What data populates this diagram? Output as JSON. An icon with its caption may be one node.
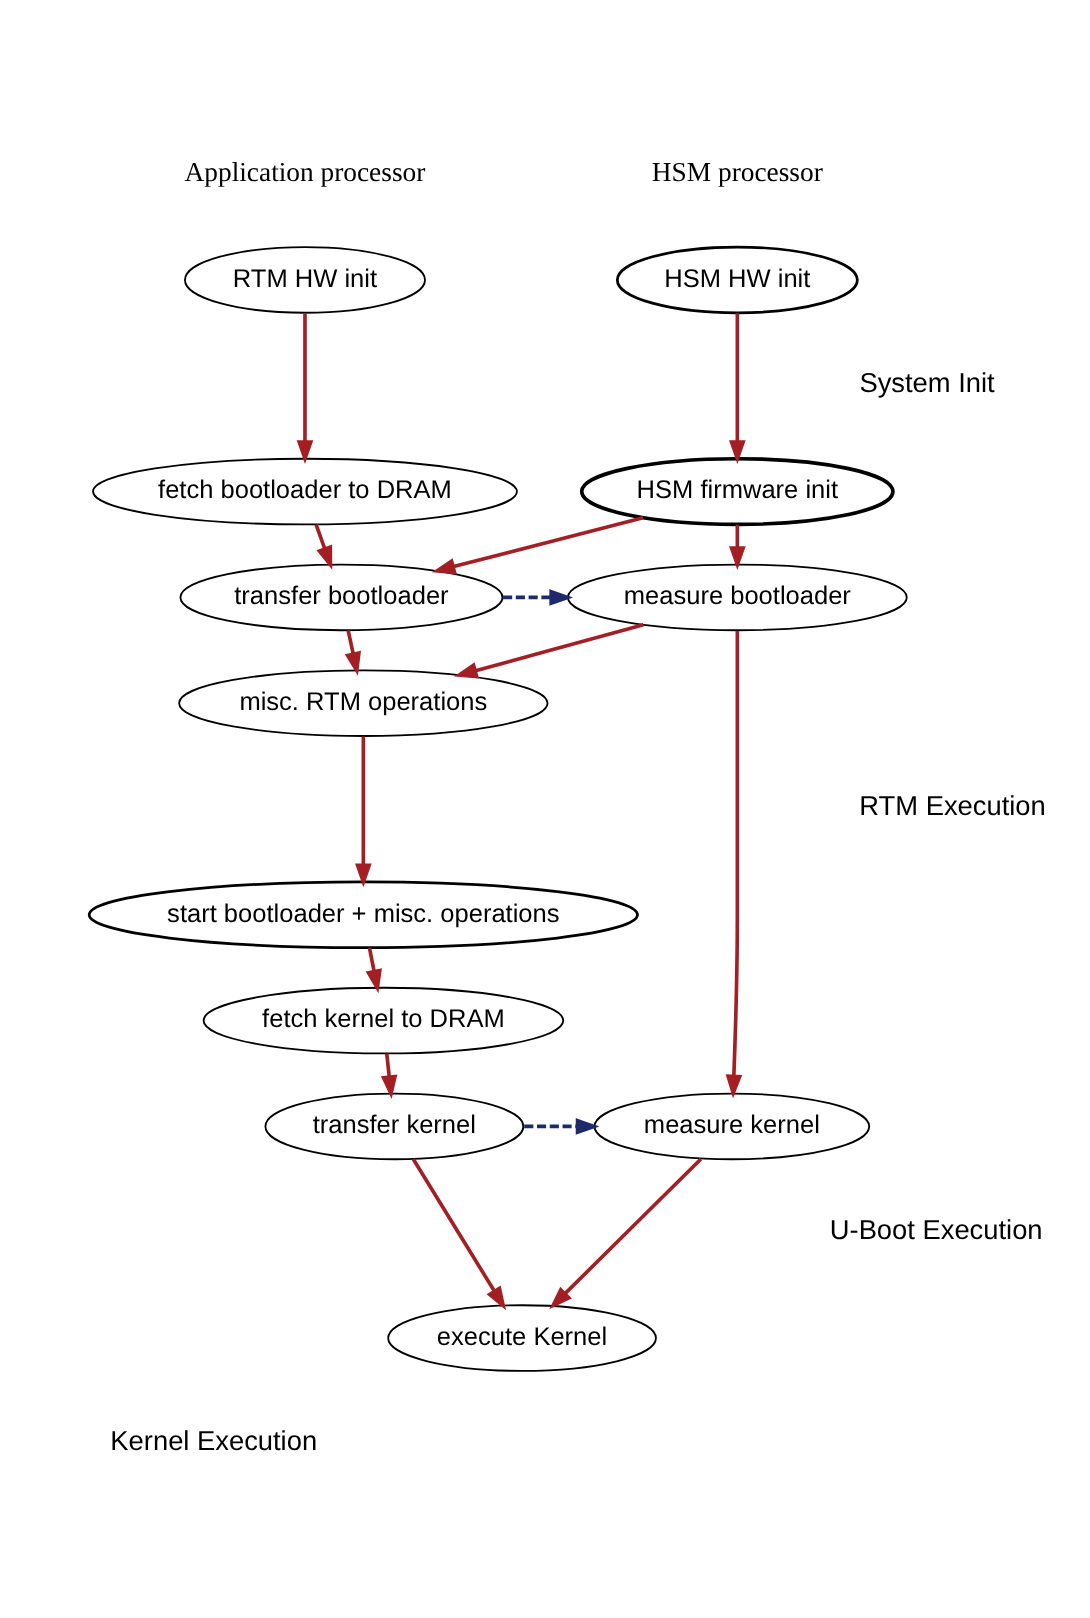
{
  "diagram": {
    "nodes": [
      {
        "text": [
          "RTM HW init"
        ]
      },
      {
        "text": [
          "HSM HW init"
        ]
      },
      {
        "text": [
          "fetch bootloader to DRAM"
        ]
      },
      {
        "text": [
          "HSM firmware init"
        ]
      },
      {
        "text": [
          "transfer bootloader"
        ]
      },
      {
        "text": [
          "measure bootloader"
        ]
      },
      {
        "text": [
          "misc. RTM operations"
        ]
      },
      {
        "text": [
          "start bootloader + misc. operations"
        ]
      },
      {
        "text": [
          "fetch kernel to DRAM"
        ]
      },
      {
        "text": [
          "transfer kernel"
        ]
      },
      {
        "text": [
          "measure kernel"
        ]
      },
      {
        "text": [
          "execute Kernel"
        ]
      }
    ],
    "edges": [
      {
        "from": 0,
        "to": 2,
        "arrow": "to"
      },
      {
        "from": 1,
        "to": 3,
        "arrow": "to"
      },
      {
        "from": 2,
        "to": 4,
        "arrow": "to"
      },
      {
        "from": 3,
        "to": 4,
        "arrow": "to"
      },
      {
        "from": 3,
        "to": 5,
        "arrow": "to"
      },
      {
        "from": 4,
        "to": 5,
        "arrow": "to",
        "style": "dashed",
        "color": "#1f2a6e"
      },
      {
        "from": 4,
        "to": 6,
        "arrow": "to"
      },
      {
        "from": 5,
        "to": 6,
        "arrow": "to"
      },
      {
        "from": 6,
        "to": 7,
        "arrow": "to"
      },
      {
        "from": 7,
        "to": 8,
        "arrow": "to"
      },
      {
        "from": 8,
        "to": 9,
        "arrow": "to"
      },
      {
        "from": 5,
        "to": 10,
        "arrow": "to"
      },
      {
        "from": 9,
        "to": 10,
        "arrow": "to",
        "style": "dashed",
        "color": "#1f2a6e"
      },
      {
        "from": 9,
        "to": 11,
        "arrow": "to"
      },
      {
        "from": 10,
        "to": 11,
        "arrow": "to"
      }
    ],
    "labels": [
      "Application processor",
      "HSM processor",
      "System Init",
      "RTM Execution",
      "U-Boot Execution",
      "Kernel Execution"
    ]
  }
}
